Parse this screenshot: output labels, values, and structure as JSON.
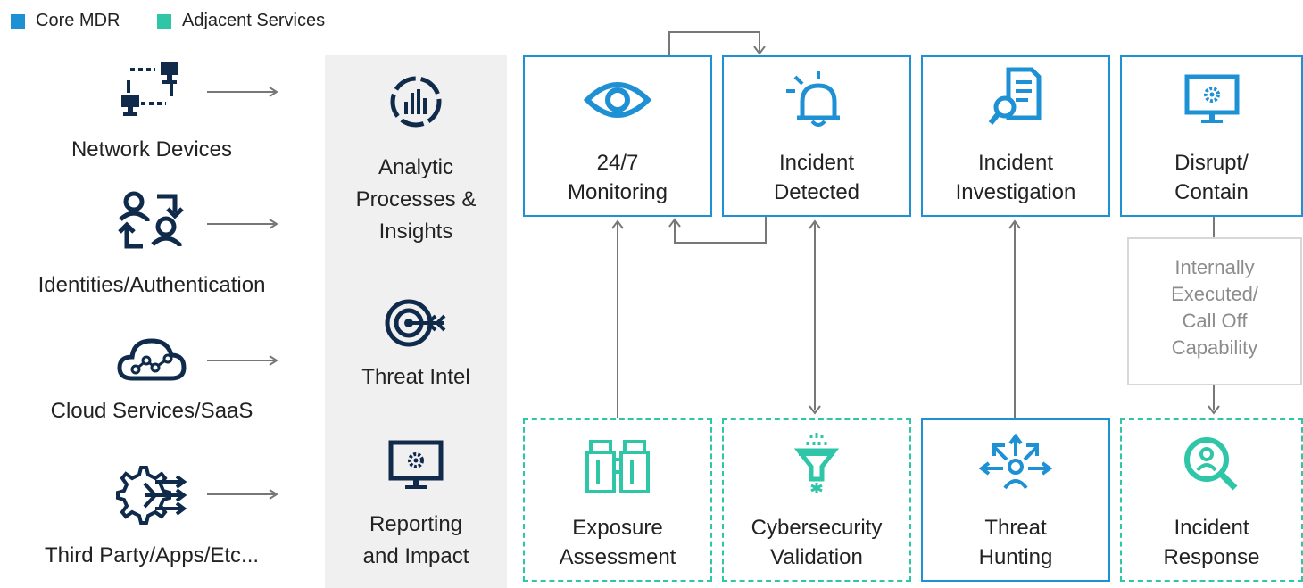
{
  "legend": [
    {
      "label": "Core MDR",
      "color": "#1e90d4"
    },
    {
      "label": "Adjacent Services",
      "color": "#2fc6a8"
    }
  ],
  "sources": [
    {
      "label": "Network Devices",
      "icon": "network-devices-icon"
    },
    {
      "label": "Identities/Authentication",
      "icon": "identity-exchange-icon"
    },
    {
      "label": "Cloud Services/SaaS",
      "icon": "cloud-network-icon"
    },
    {
      "label": "Third Party/Apps/Etc...",
      "icon": "gear-arrows-icon"
    }
  ],
  "processing": [
    {
      "line1": "Analytic",
      "line2": "Processes &",
      "line3": "Insights",
      "icon": "analytics-chart-icon"
    },
    {
      "line1": "Threat Intel",
      "icon": "target-icon"
    },
    {
      "line1": "Reporting",
      "line2": "and Impact",
      "icon": "monitor-gear-icon"
    }
  ],
  "core_services": [
    {
      "line1": "24/7",
      "line2": "Monitoring",
      "icon": "eye-icon"
    },
    {
      "line1": "Incident",
      "line2": "Detected",
      "icon": "bell-icon"
    },
    {
      "line1": "Incident",
      "line2": "Investigation",
      "icon": "document-search-icon"
    },
    {
      "line1": "Disrupt/",
      "line2": "Contain",
      "icon": "monitor-gear-icon"
    }
  ],
  "adjacent_services": [
    {
      "line1": "Exposure",
      "line2": "Assessment",
      "icon": "binoculars-icon",
      "style": "adjacent"
    },
    {
      "line1": "Cybersecurity",
      "line2": "Validation",
      "icon": "funnel-icon",
      "style": "adjacent"
    },
    {
      "line1": "Threat",
      "line2": "Hunting",
      "icon": "hunting-icon",
      "style": "core"
    },
    {
      "line1": "Incident",
      "line2": "Response",
      "icon": "person-search-icon",
      "style": "adjacent"
    }
  ],
  "callout": {
    "line1": "Internally",
    "line2": "Executed/",
    "line3": "Call Off",
    "line4": "Capability"
  },
  "colors": {
    "navy": "#0f2a4a",
    "blue": "#1e90d4",
    "teal": "#2fc6a8",
    "gray_line": "#777777",
    "callout_border": "#d7d7d7",
    "callout_text": "#8c8c8c"
  }
}
